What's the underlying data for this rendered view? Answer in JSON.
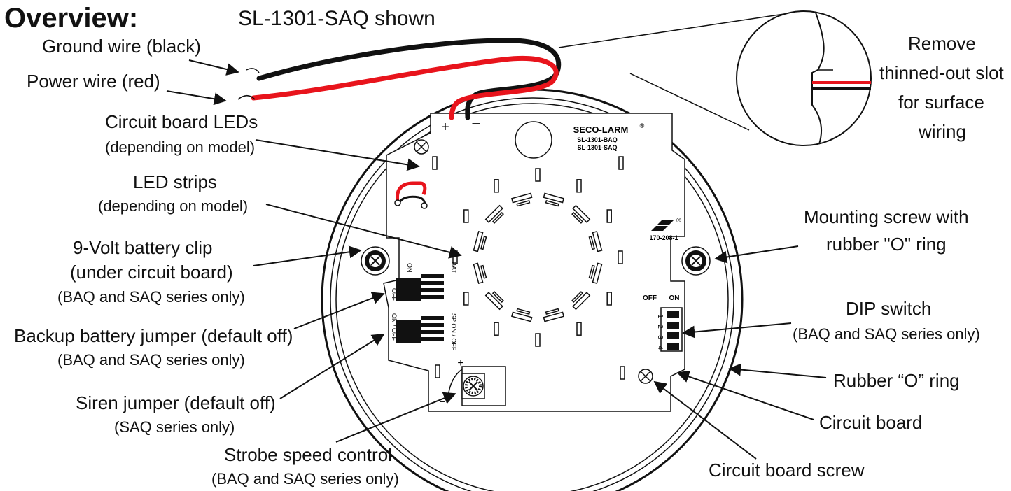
{
  "heading": "Overview:",
  "model_shown": "SL-1301-SAQ shown",
  "labels": {
    "ground_wire": "Ground wire (black)",
    "power_wire": "Power wire (red)",
    "circuit_leds": "Circuit board LEDs",
    "circuit_leds_note": "(depending on model)",
    "led_strips": "LED strips",
    "led_strips_note": "(depending on model)",
    "battery_clip_1": "9-Volt battery clip",
    "battery_clip_2": "(under circuit board)",
    "battery_clip_note": "(BAQ and SAQ series only)",
    "backup_jumper": "Backup battery jumper (default off)",
    "backup_jumper_note": "(BAQ and SAQ series only)",
    "siren_jumper": "Siren jumper (default off)",
    "siren_jumper_note": "(SAQ series only)",
    "strobe_control": "Strobe speed control",
    "strobe_control_note": "(BAQ and SAQ series only)",
    "remove_1": "Remove",
    "remove_2": "thinned-out slot",
    "remove_3": "for surface",
    "remove_4": "wiring",
    "mounting_screw_1": "Mounting screw with",
    "mounting_screw_2": "rubber \"O\" ring",
    "dip_switch": "DIP switch",
    "dip_switch_note": "(BAQ and SAQ series only)",
    "rubber_ring": "Rubber “O” ring",
    "circuit_board": "Circuit board",
    "circuit_board_screw": "Circuit board screw"
  },
  "board": {
    "brand": "SECO-LARM",
    "registered": "®",
    "model_a": "SL-1301-BAQ",
    "model_b": "SL-1301-SAQ",
    "part_no": "170-208-1",
    "plus": "+",
    "minus": "–",
    "on": "ON",
    "off": "OFF",
    "bat": "BAT",
    "on_off": "ON / OFF",
    "sp_on_off": "SP ON / OFF",
    "dip_off": "OFF",
    "dip_on": "ON",
    "dip_numbers": [
      "1",
      "2",
      "3",
      "4"
    ],
    "strobe_plus": "+",
    "strobe_minus": "–"
  },
  "colors": {
    "red_wire": "#e8141c",
    "black_wire": "#111111"
  }
}
